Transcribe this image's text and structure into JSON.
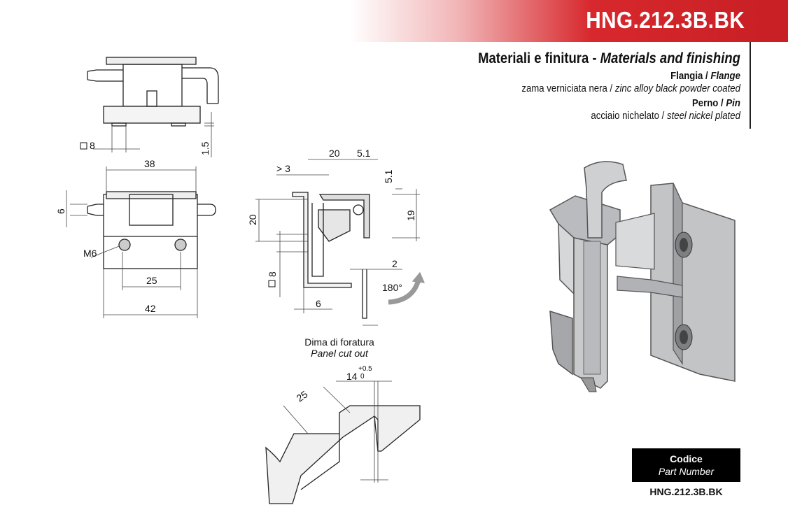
{
  "header": {
    "code": "HNG.212.3B.BK",
    "accent_color": "#d7282d"
  },
  "materials": {
    "title_it": "Materiali e finitura - ",
    "title_en": "Materials and finishing",
    "flange_label_it": "Flangia / ",
    "flange_label_en": "Flange",
    "flange_desc_it": "zama verniciata nera / ",
    "flange_desc_en": "zinc alloy black powder coated",
    "pin_label_it": "Perno / ",
    "pin_label_en": "Pin",
    "pin_desc_it": "acciaio nichelato / ",
    "pin_desc_en": "steel nickel plated"
  },
  "drawing": {
    "dims": {
      "sq8_top": "8",
      "d15": "1.5",
      "d38": "38",
      "phi6": "6",
      "m6": "M6",
      "d25": "25",
      "d42": "42",
      "gt3": "> 3",
      "d20_top": "20",
      "d51_top": "5.1",
      "d51_side": "5.1",
      "d19": "19",
      "d20_side": "20",
      "sq8_side": "8",
      "d2": "2",
      "d6": "6",
      "d180": "180°",
      "cut25": "25",
      "cut14": "14",
      "tol_up": "+0.5",
      "tol_low": "0"
    },
    "cutout_caption_it": "Dima di foratura",
    "cutout_caption_en": "Panel cut out"
  },
  "part_number": {
    "label_it": "Codice",
    "label_en": "Part Number",
    "value": "HNG.212.3B.BK"
  }
}
